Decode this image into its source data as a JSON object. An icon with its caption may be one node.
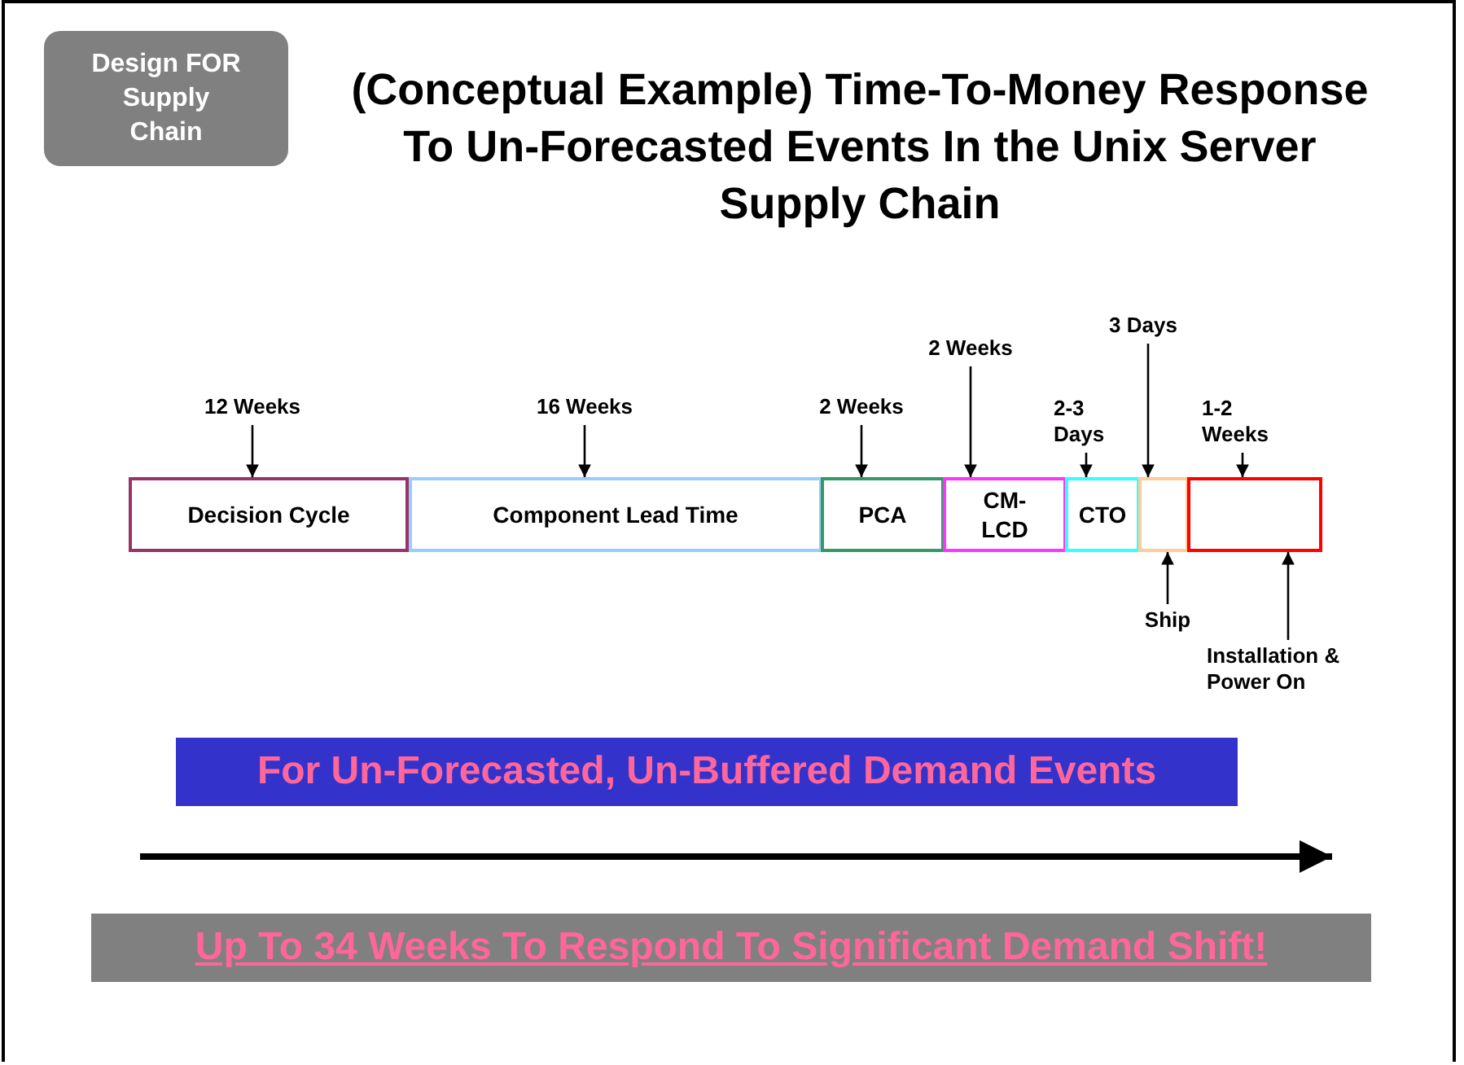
{
  "diagram": {
    "title": "(Conceptual Example) Time-To-Money Response To Un-Forecasted Events In the Unix Server Supply Chain",
    "nodes": [
      {
        "text": [
          "Design FOR Supply Chain"
        ]
      },
      {
        "text": [
          "12 Weeks"
        ]
      },
      {
        "text": [
          "16 Weeks"
        ]
      },
      {
        "text": [
          "2 Weeks"
        ]
      },
      {
        "text": [
          "2 Weeks"
        ]
      },
      {
        "text": [
          "2-3 Days"
        ]
      },
      {
        "text": [
          "3 Days"
        ]
      },
      {
        "text": [
          "1-2 Weeks"
        ]
      },
      {
        "text": [
          "Decision Cycle"
        ]
      },
      {
        "text": [
          "Component Lead Time"
        ]
      },
      {
        "text": [
          "PCA"
        ]
      },
      {
        "text": [
          "CM-LCD"
        ]
      },
      {
        "text": [
          "CTO"
        ]
      },
      {
        "text": [],
        "shape": "box"
      },
      {
        "text": [],
        "shape": "box"
      },
      {
        "text": [
          "Ship"
        ]
      },
      {
        "text": [
          "Installation & Power On"
        ]
      },
      {
        "text": [
          "For Un-Forecasted, Un-Buffered Demand Events"
        ]
      },
      {
        "text": [
          "Up To 34 Weeks To Respond To Significant Demand Shift!"
        ]
      }
    ],
    "edges": [
      {
        "from": 1,
        "to": 8,
        "arrow": "to"
      },
      {
        "from": 2,
        "to": 9,
        "arrow": "to"
      },
      {
        "from": 3,
        "to": 10,
        "arrow": "to"
      },
      {
        "from": 4,
        "to": 11,
        "arrow": "to"
      },
      {
        "from": 5,
        "to": 12,
        "arrow": "to"
      },
      {
        "from": 6,
        "to": 13,
        "arrow": "to"
      },
      {
        "from": 7,
        "to": 14,
        "arrow": "to"
      },
      {
        "from": 15,
        "to": 13,
        "arrow": "to"
      },
      {
        "from": 16,
        "to": 14,
        "arrow": "to"
      }
    ]
  }
}
